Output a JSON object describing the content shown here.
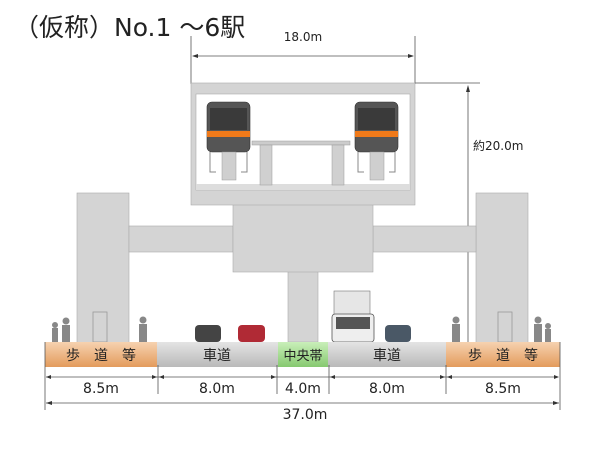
{
  "title": "（仮称）No.1 ～6駅",
  "dimensions": {
    "station_width": "18.0m",
    "height": "約20.0m",
    "total_width": "37.0m"
  },
  "sections": [
    {
      "name": "歩　道　等",
      "width": "8.5m"
    },
    {
      "name": "車道",
      "width": "8.0m"
    },
    {
      "name": "中央帯",
      "width": "4.0m"
    },
    {
      "name": "車道",
      "width": "8.0m"
    },
    {
      "name": "歩　道　等",
      "width": "8.5m"
    }
  ],
  "colors": {
    "structure": "#d4d4d4",
    "sidewalk": "#e8a46a",
    "road": "#c8c8c8",
    "median": "#9fd88a",
    "train_stripe": "#f07a1a"
  }
}
